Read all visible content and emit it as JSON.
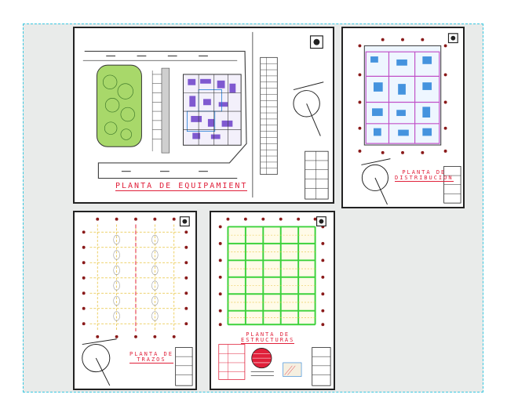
{
  "sheets": {
    "equipamiento": {
      "title": "PLANTA DE EQUIPAMIENT"
    },
    "distribucion": {
      "title_line1": "PLANTA DE",
      "title_line2": "DISTRIBUCION"
    },
    "trazos": {
      "title_line1": "PLANTA DE",
      "title_line2": "TRAZOS"
    },
    "estructuras": {
      "title_line1": "PLANTA DE",
      "title_line2": "ESTRUCTURAS"
    }
  },
  "colors": {
    "title_red": "#e0203a",
    "grid_yellow": "#e8c23a",
    "beam_green": "#3cd23c",
    "wall_purple": "#6b3fc9",
    "garden_green": "#a8d86a",
    "canvas_bg": "#e9ebea",
    "canvas_border": "#38c7df"
  },
  "icons": [
    "north-arrow-icon",
    "logo-stamp-icon"
  ]
}
